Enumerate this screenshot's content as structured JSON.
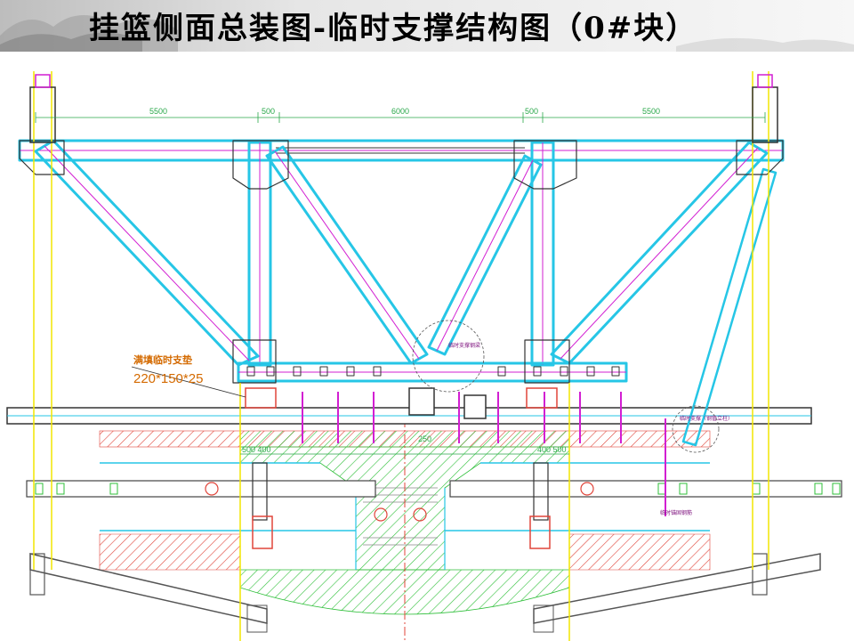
{
  "slide": {
    "title": "挂篮侧面总装图-临时支撑结构图（0#块）"
  },
  "dimensions": {
    "span_left": "5500",
    "gap_left": "500",
    "span_center": "6000",
    "gap_right": "500",
    "span_right": "5500",
    "bottom_left": "500 400",
    "bottom_mid": "250",
    "bottom_right": "400 500"
  },
  "annotations": {
    "support_label": "满填临时支垫",
    "support_size": "220*150*25",
    "center_note": "临时支撑钢梁",
    "right_note": "临时支撑（钢管立柱）",
    "right_bottom_note": "临时锚固钢筋"
  },
  "colors": {
    "truss_cyan": "#26c6e6",
    "truss_magenta": "#d21fd2",
    "hatch_red": "#e0453a",
    "hatch_green": "#2fbf3a",
    "yellow_axis": "#f2e600",
    "dim_green": "#2aa84a",
    "orange_text": "#d46a00"
  }
}
